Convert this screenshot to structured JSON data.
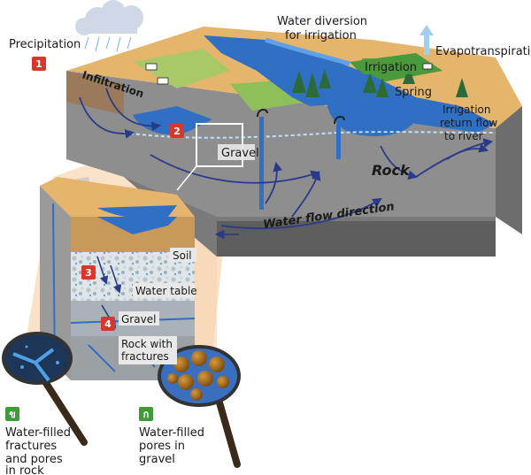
{
  "labels": {
    "precipitation": "Precipitation",
    "infiltration": "Infiltration",
    "water_diversion_1": "Water diversion",
    "water_diversion_2": "for irrigation",
    "evapotranspiration": "Evapotranspiration",
    "irrigation": "Irrigation",
    "spring": "Spring",
    "return_flow_1": "Irrigation",
    "return_flow_2": "return flow",
    "return_flow_3": "to river",
    "gravel_top": "Gravel",
    "rock": "Rock",
    "water_flow_direction": "Water flow direction",
    "soil": "Soil",
    "water_table": "Water table",
    "gravel": "Gravel",
    "rock_fractures_1": "Rock with",
    "rock_fractures_2": "fractures",
    "lens_rock_1": "Water-filled",
    "lens_rock_2": "fractures",
    "lens_rock_3": "and pores",
    "lens_rock_4": "in rock",
    "lens_gravel_1": "Water-filled",
    "lens_gravel_2": "pores in",
    "lens_gravel_3": "gravel"
  },
  "badges": {
    "b1": "1",
    "b2": "2",
    "b3": "3",
    "b4": "4",
    "lens_rock": "ข",
    "lens_gravel": "ก"
  },
  "colors": {
    "badge_red": "#d9372b",
    "badge_green": "#3e9b3a",
    "water": "#2f6fc4",
    "arrow": "#2a3a8a",
    "soil": "#e6b56c",
    "rock": "#8a8a8a",
    "rock_dark": "#5e5e5e",
    "grass": "#4a9a3c",
    "highlight": "#f2c79a"
  }
}
